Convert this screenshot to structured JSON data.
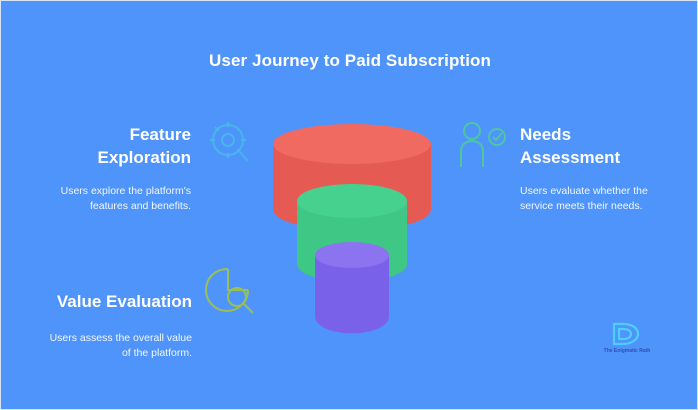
{
  "title": "User Journey to Paid Subscription",
  "stages": {
    "feature": {
      "title_line1": "Feature",
      "title_line2": "Exploration",
      "desc_line1": "Users explore the platform's",
      "desc_line2": "features and benefits."
    },
    "needs": {
      "title_line1": "Needs",
      "title_line2": "Assessment",
      "desc_line1": "Users evaluate whether the",
      "desc_line2": "service meets their needs."
    },
    "value": {
      "title": "Value Evaluation",
      "desc_line1": "Users assess the overall value",
      "desc_line2": "of the platform."
    }
  },
  "colors": {
    "background": "#4f94fb",
    "red": "#e55a53",
    "green": "#3fc885",
    "purple": "#7a61e9",
    "icon_blue": "#46b7e8",
    "icon_teal": "#4cc7a2",
    "icon_olive": "#9bbf57"
  },
  "icons": {
    "feature": "magnifier-gear-icon",
    "needs": "user-check-icon",
    "value": "chart-magnifier-icon",
    "logo": "logo-mark-icon"
  },
  "logo": {
    "caption": "The Enigmatic Rath"
  }
}
